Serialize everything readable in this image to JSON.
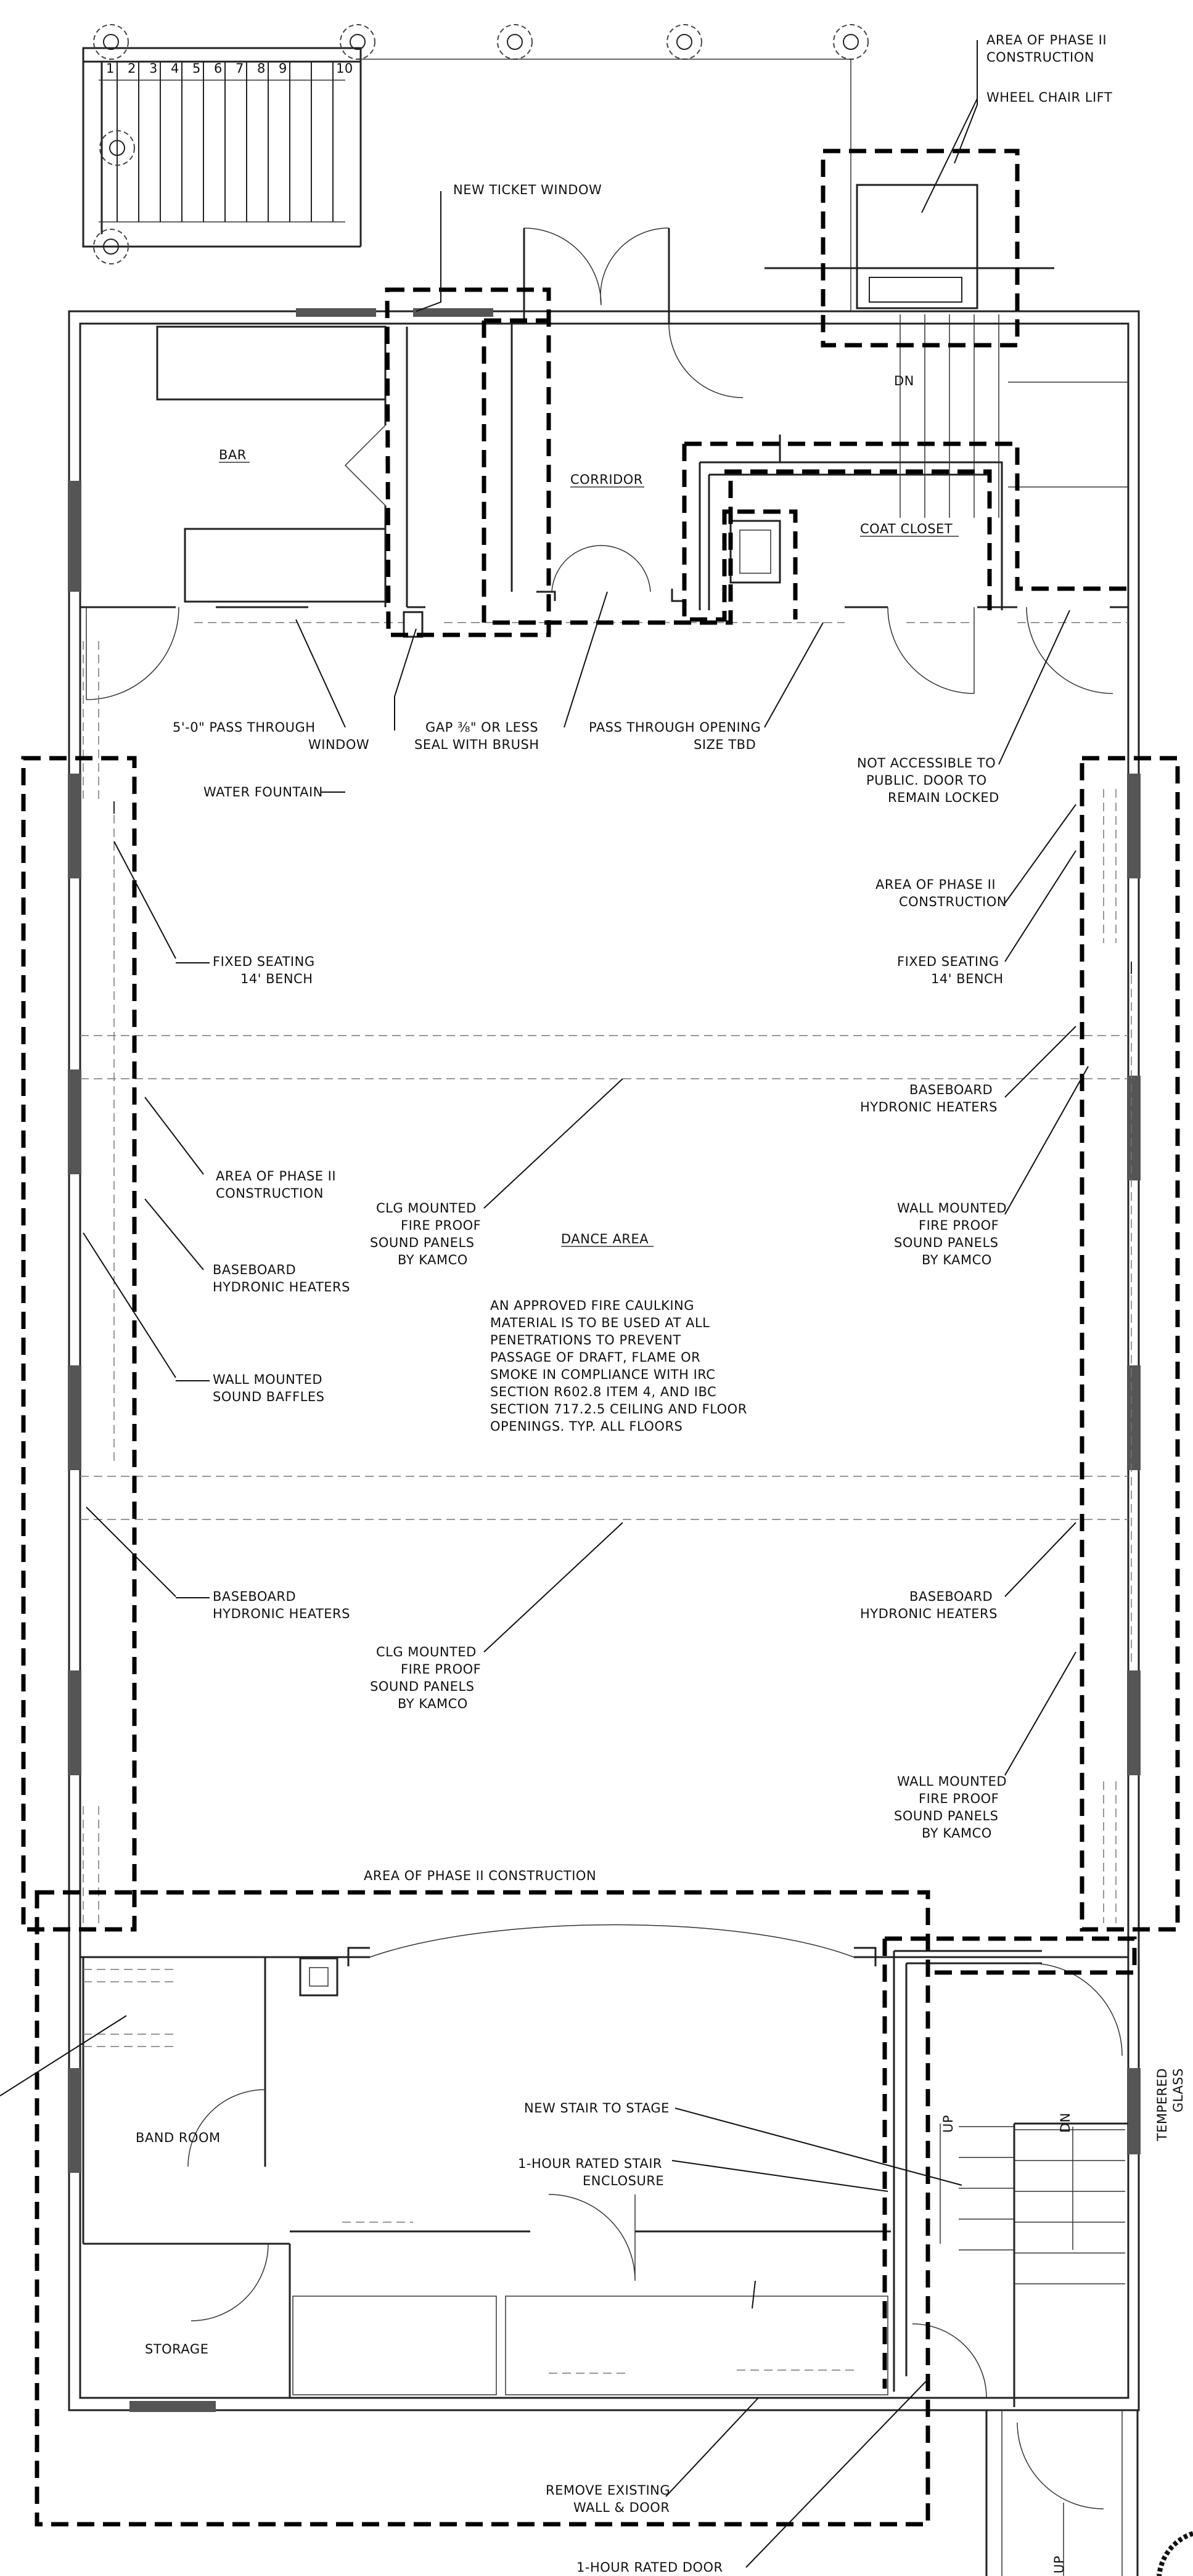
{
  "rooms": {
    "bar": "BAR",
    "corridor": "CORRIDOR",
    "coat_closet": "COAT CLOSET",
    "dance_area": "DANCE AREA",
    "band_room": "BAND ROOM",
    "storage": "STORAGE"
  },
  "stair_numbers": [
    "1",
    "2",
    "3",
    "4",
    "5",
    "6",
    "7",
    "8",
    "9",
    "10"
  ],
  "stair_marks": {
    "dn_top": "DN",
    "up": "UP",
    "dn_right": "DN",
    "up_bottom": "UP"
  },
  "notes": {
    "phase2_top_right": [
      "AREA OF PHASE II",
      "CONSTRUCTION"
    ],
    "wheel_chair_lift": [
      "WHEEL CHAIR LIFT"
    ],
    "new_ticket_window": [
      "NEW TICKET WINDOW"
    ],
    "pass_through_window": [
      "5'-0\" PASS THROUGH",
      "WINDOW"
    ],
    "gap_seal": [
      "GAP ⅜\" OR LESS",
      "SEAL WITH BRUSH"
    ],
    "pass_through_opening": [
      "PASS THROUGH OPENING",
      "SIZE TBD"
    ],
    "water_fountain": [
      "WATER FOUNTAIN"
    ],
    "not_accessible": [
      "NOT ACCESSIBLE TO",
      "PUBLIC. DOOR TO",
      "REMAIN LOCKED"
    ],
    "phase2_right": [
      "AREA OF PHASE II",
      "CONSTRUCTION"
    ],
    "fixed_seating_left": [
      "FIXED SEATING",
      "14' BENCH"
    ],
    "fixed_seating_right": [
      "FIXED SEATING",
      "14' BENCH"
    ],
    "baseboard_right_1": [
      "BASEBOARD",
      "HYDRONIC HEATERS"
    ],
    "phase2_left": [
      "AREA OF PHASE II",
      "CONSTRUCTION"
    ],
    "clg_panels_1": [
      "CLG MOUNTED",
      "FIRE PROOF",
      "SOUND PANELS",
      "BY KAMCO"
    ],
    "wall_panels_right_1": [
      "WALL MOUNTED",
      "FIRE PROOF",
      "SOUND PANELS",
      "BY KAMCO"
    ],
    "baseboard_left_1": [
      "BASEBOARD",
      "HYDRONIC HEATERS"
    ],
    "fire_caulking": [
      "AN APPROVED FIRE CAULKING",
      "MATERIAL IS TO BE USED AT ALL",
      "PENETRATIONS TO PREVENT",
      "PASSAGE OF DRAFT, FLAME OR",
      "SMOKE IN COMPLIANCE WITH IRC",
      "SECTION R602.8 ITEM 4, AND IBC",
      "SECTION 717.2.5 CEILING AND FLOOR",
      "OPENINGS. TYP. ALL FLOORS"
    ],
    "sound_baffles": [
      "WALL MOUNTED",
      "SOUND BAFFLES"
    ],
    "baseboard_left_2": [
      "BASEBOARD",
      "HYDRONIC HEATERS"
    ],
    "baseboard_right_2": [
      "BASEBOARD",
      "HYDRONIC HEATERS"
    ],
    "clg_panels_2": [
      "CLG MOUNTED",
      "FIRE PROOF",
      "SOUND PANELS",
      "BY KAMCO"
    ],
    "wall_panels_right_2": [
      "WALL MOUNTED",
      "FIRE PROOF",
      "SOUND PANELS",
      "BY KAMCO"
    ],
    "phase2_bottom": [
      "AREA OF PHASE II CONSTRUCTION"
    ],
    "new_stair": [
      "NEW STAIR TO STAGE"
    ],
    "stair_enclosure": [
      "1-HOUR RATED STAIR",
      "ENCLOSURE"
    ],
    "tempered_glass": [
      "TEMPERED",
      "GLASS"
    ],
    "remove_wall": [
      "REMOVE EXISTING",
      "WALL & DOOR"
    ],
    "rated_door": [
      "1-HOUR RATED DOOR"
    ]
  }
}
